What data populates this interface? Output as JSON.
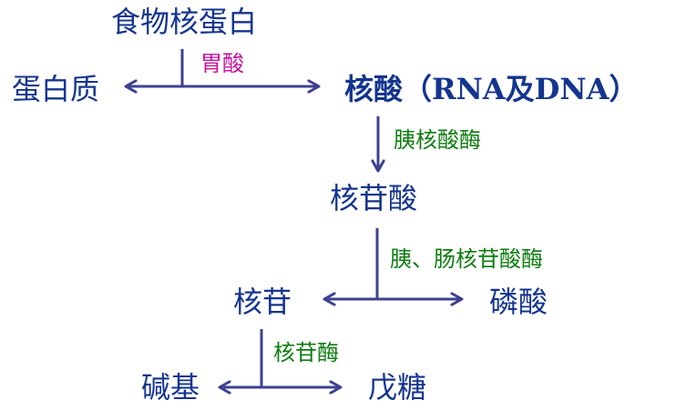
{
  "colors": {
    "node_text": "#14358f",
    "arrow": "#3e4190",
    "enzyme_green": "#0e7d10",
    "enzyme_magenta": "#c4149e"
  },
  "nodes": {
    "food_nucleoprotein": "食物核蛋白",
    "protein": "蛋白质",
    "nucleic_acid": "核酸（RNA及DNA）",
    "nucleotide": "核苷酸",
    "nucleoside": "核苷",
    "phosphate": "磷酸",
    "base": "碱基",
    "pentose": "戊糖"
  },
  "enzymes": {
    "gastric_acid": "胃酸",
    "pancreatic_nuclease": "胰核酸酶",
    "nucleotidase": "胰、肠核苷酸酶",
    "nucleosidase": "核苷酶"
  }
}
